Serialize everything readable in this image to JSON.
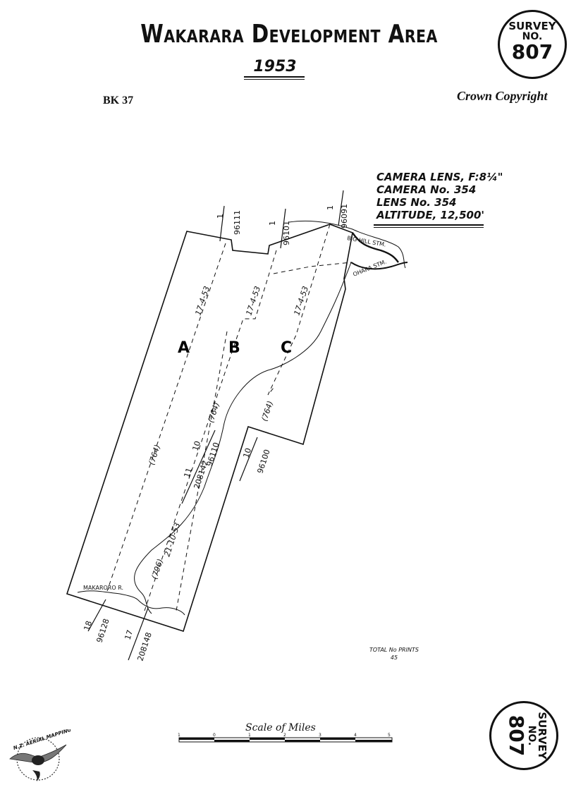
{
  "header": {
    "title": "Wakarara Development Area",
    "year": "1953",
    "book": "BK 37",
    "copyright": "Crown Copyright"
  },
  "seal": {
    "line1": "SURVEY",
    "line2": "NO.",
    "number": "807"
  },
  "camera": {
    "lines": [
      "CAMERA LENS, F:8¼\"",
      "CAMERA No. 354",
      "LENS No. 354",
      "ALTITUDE, 12,500'"
    ]
  },
  "strips": [
    {
      "letter": "A",
      "date": "17-4-53",
      "count": "(764)"
    },
    {
      "letter": "B",
      "date": "17-4-53",
      "count": "(764)"
    },
    {
      "letter": "C",
      "date": "17-4-53",
      "count": "(764)"
    }
  ],
  "strip_b2": {
    "date": "21-10-53",
    "count": "(796)"
  },
  "photo_refs": {
    "top": [
      {
        "top": "1",
        "bottom": "96111"
      },
      {
        "top": "1",
        "bottom": "96101"
      },
      {
        "top": "1",
        "bottom": "96091"
      }
    ],
    "middle": [
      {
        "top": "10",
        "bottom": "96110"
      },
      {
        "top": "11",
        "bottom": "208142"
      },
      {
        "top": "10",
        "bottom": "96100"
      }
    ],
    "bottom": [
      {
        "top": "18",
        "bottom": "96128"
      },
      {
        "top": "17",
        "bottom": "208148"
      }
    ]
  },
  "rivers": {
    "big_hill": "BIG HILL STM.",
    "ohara": "OHARA STM.",
    "makaroro": "MAKARORO R."
  },
  "total_prints": {
    "label": "TOTAL No PRINTS",
    "value": "45"
  },
  "scale": {
    "title": "Scale of Miles",
    "ticks": [
      "1",
      "0",
      "1",
      "2",
      "3",
      "4",
      "5"
    ]
  },
  "logo": {
    "text": "N.Z. AERIAL MAPPING LTD."
  }
}
